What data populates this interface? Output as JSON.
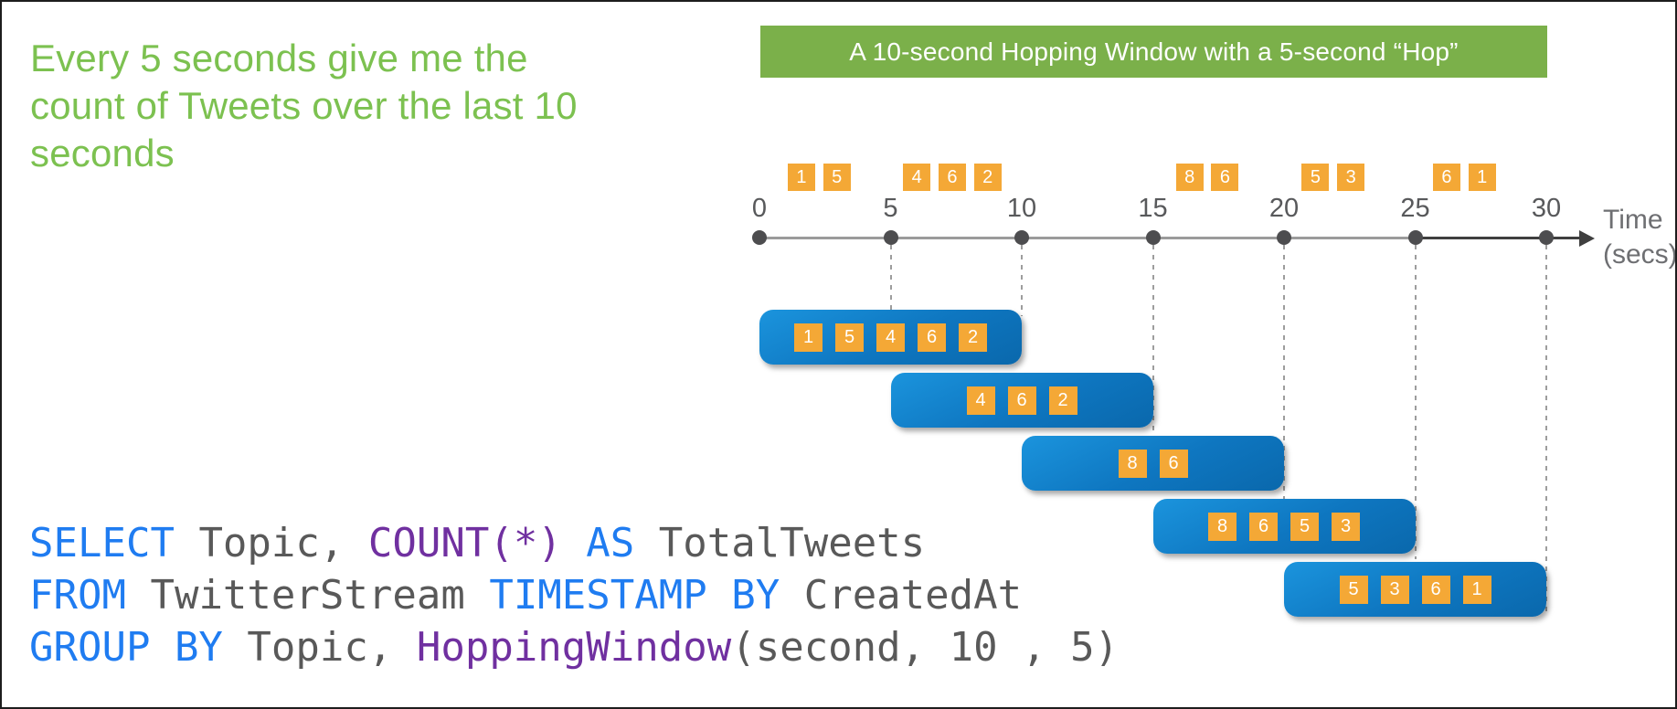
{
  "heading": {
    "text": "Every 5 seconds give me the\ncount of Tweets over the last 10\nseconds"
  },
  "banner": {
    "label": "A 10-second Hopping Window with a 5-second “Hop”"
  },
  "timeline": {
    "unit_label_line1": "Time",
    "unit_label_line2": "(secs)"
  },
  "chart_data": {
    "type": "timeline-hopping-windows",
    "title": "A 10-second Hopping Window with a 5-second “Hop”",
    "x": {
      "label": "Time (secs)",
      "range": [
        0,
        30
      ],
      "ticks": [
        0,
        5,
        10,
        15,
        20,
        25,
        30
      ]
    },
    "window_size_seconds": 10,
    "hop_size_seconds": 5,
    "events": [
      {
        "t": 1.6,
        "count": 1
      },
      {
        "t": 2.95,
        "count": 5
      },
      {
        "t": 6.0,
        "count": 4
      },
      {
        "t": 7.35,
        "count": 6
      },
      {
        "t": 8.7,
        "count": 2
      },
      {
        "t": 16.4,
        "count": 8
      },
      {
        "t": 17.75,
        "count": 6
      },
      {
        "t": 21.2,
        "count": 5
      },
      {
        "t": 22.55,
        "count": 3
      },
      {
        "t": 26.2,
        "count": 6
      },
      {
        "t": 27.55,
        "count": 1
      }
    ],
    "windows": [
      {
        "start": 0,
        "end": 10,
        "values": [
          1,
          5,
          4,
          6,
          2
        ]
      },
      {
        "start": 5,
        "end": 15,
        "values": [
          4,
          6,
          2
        ]
      },
      {
        "start": 10,
        "end": 20,
        "values": [
          8,
          6
        ]
      },
      {
        "start": 15,
        "end": 25,
        "values": [
          8,
          6,
          5,
          3
        ]
      },
      {
        "start": 20,
        "end": 30,
        "values": [
          5,
          3,
          6,
          1
        ]
      }
    ]
  },
  "code": {
    "lines": [
      [
        {
          "text": "SELECT",
          "role": "kw"
        },
        {
          "text": " Topic, ",
          "role": "plain"
        },
        {
          "text": "COUNT(*)",
          "role": "fn"
        },
        {
          "text": " ",
          "role": "plain"
        },
        {
          "text": "AS",
          "role": "kw"
        },
        {
          "text": " TotalTweets",
          "role": "plain"
        }
      ],
      [
        {
          "text": "FROM",
          "role": "kw"
        },
        {
          "text": " TwitterStream ",
          "role": "plain"
        },
        {
          "text": "TIMESTAMP BY",
          "role": "kw"
        },
        {
          "text": " CreatedAt",
          "role": "plain"
        }
      ],
      [
        {
          "text": "GROUP BY",
          "role": "kw"
        },
        {
          "text": " Topic, ",
          "role": "plain"
        },
        {
          "text": "HoppingWindow",
          "role": "fn"
        },
        {
          "text": "(second, 10 , 5)",
          "role": "plain"
        }
      ]
    ]
  },
  "colors": {
    "heading_green": "#7CC150",
    "banner_green": "#7BB04A",
    "event_orange": "#F4A836",
    "window_blue_light": "#1B94DD",
    "window_blue_mid": "#0E76C0",
    "window_blue_dark": "#0A68AC",
    "code_keyword_blue": "#1F7CF1",
    "code_function_purple": "#7030A0",
    "code_plain_gray": "#595959",
    "axis_gray": "#9B9B9B",
    "axis_dark": "#3F3F3F",
    "tick_text_gray": "#58595B",
    "time_label_gray": "#6E6F72"
  }
}
